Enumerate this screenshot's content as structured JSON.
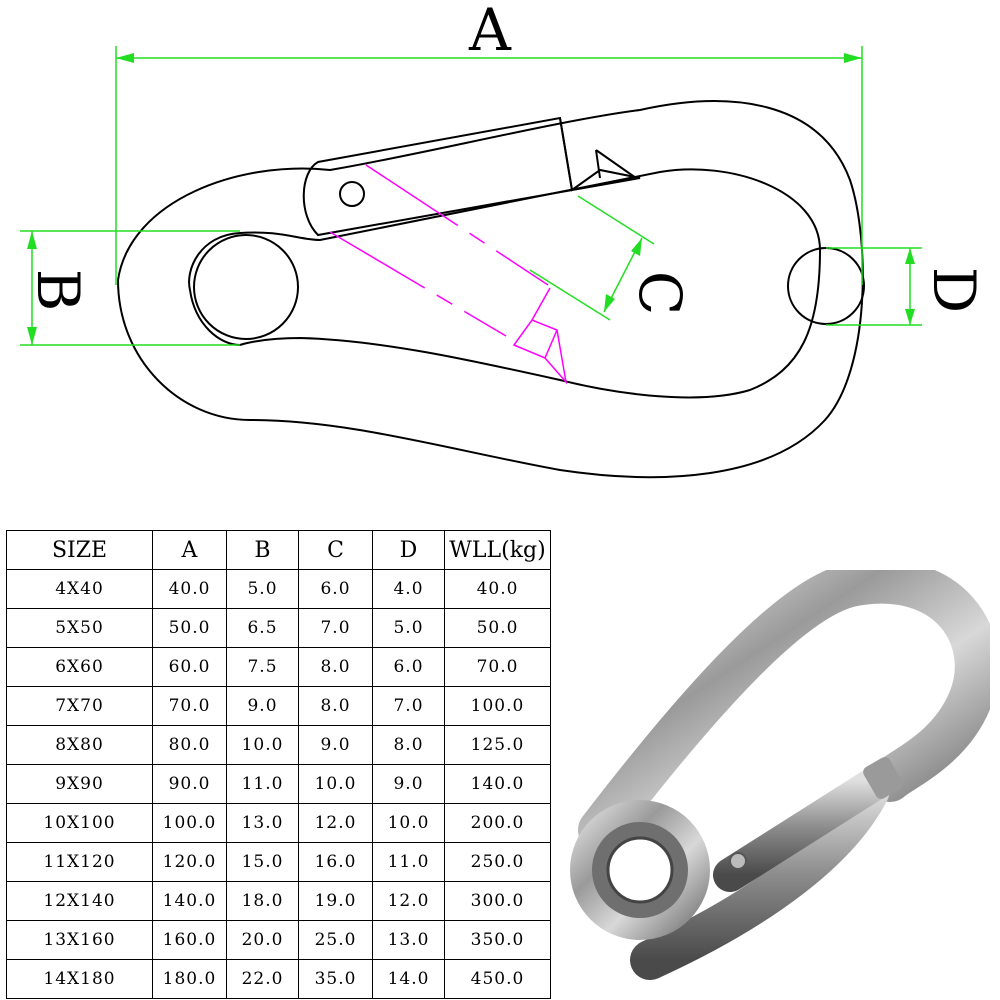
{
  "diagram": {
    "dimension_labels": {
      "a": "A",
      "b": "B",
      "c": "C",
      "d": "D"
    },
    "colors": {
      "outline": "#000000",
      "dimension_lines": "#22dd22",
      "gate_guide": "#ff00ff"
    }
  },
  "table": {
    "headers": [
      "SIZE",
      "A",
      "B",
      "C",
      "D",
      "WLL(kg)"
    ],
    "rows": [
      [
        "4X40",
        "40.0",
        "5.0",
        "6.0",
        "4.0",
        "40.0"
      ],
      [
        "5X50",
        "50.0",
        "6.5",
        "7.0",
        "5.0",
        "50.0"
      ],
      [
        "6X60",
        "60.0",
        "7.5",
        "8.0",
        "6.0",
        "70.0"
      ],
      [
        "7X70",
        "70.0",
        "9.0",
        "8.0",
        "7.0",
        "100.0"
      ],
      [
        "8X80",
        "80.0",
        "10.0",
        "9.0",
        "8.0",
        "125.0"
      ],
      [
        "9X90",
        "90.0",
        "11.0",
        "10.0",
        "9.0",
        "140.0"
      ],
      [
        "10X100",
        "100.0",
        "13.0",
        "12.0",
        "10.0",
        "200.0"
      ],
      [
        "11X120",
        "120.0",
        "15.0",
        "16.0",
        "11.0",
        "250.0"
      ],
      [
        "12X140",
        "140.0",
        "18.0",
        "19.0",
        "12.0",
        "300.0"
      ],
      [
        "13X160",
        "160.0",
        "20.0",
        "25.0",
        "13.0",
        "350.0"
      ],
      [
        "14X180",
        "180.0",
        "22.0",
        "35.0",
        "14.0",
        "450.0"
      ]
    ]
  },
  "photo": {
    "subject": "stainless-steel-carabiner-photo"
  }
}
